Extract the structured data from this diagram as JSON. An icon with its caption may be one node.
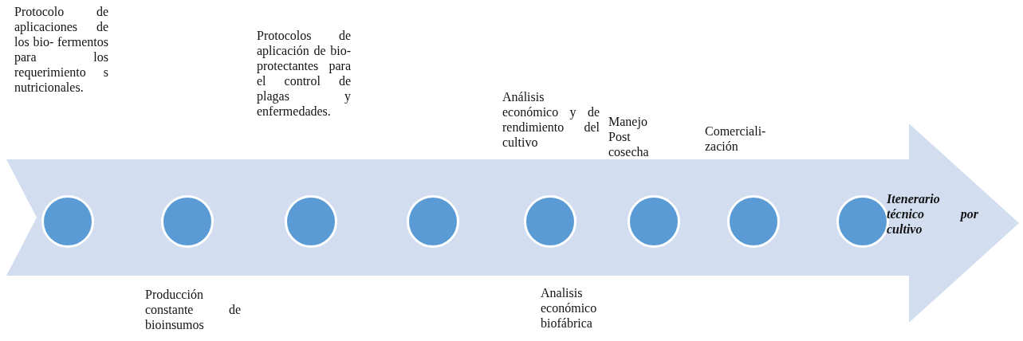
{
  "diagram": {
    "nodes": [
      {
        "text": [],
        "shape": "arrow"
      },
      {
        "text": [],
        "shape": "circle",
        "in": 0
      },
      {
        "text": [],
        "shape": "circle",
        "in": 0,
        "beside": [
          "Producción constante de bioinsumos"
        ]
      },
      {
        "text": [],
        "shape": "circle",
        "in": 0
      },
      {
        "text": [],
        "shape": "circle",
        "in": 0
      },
      {
        "text": [],
        "shape": "circle",
        "in": 0,
        "beside": [
          "Analisis económico biofábrica"
        ]
      },
      {
        "text": [],
        "shape": "circle",
        "in": 0,
        "beside": [
          "Manejo Post cosecha"
        ]
      },
      {
        "text": [],
        "shape": "circle",
        "in": 0,
        "beside": [
          "Comerciali- zación"
        ]
      },
      {
        "text": [],
        "shape": "circle",
        "in": 0,
        "beside": [
          "Itenerario técnico por cultivo"
        ]
      }
    ],
    "labels": [
      "Protocolo de aplicaciones de los bio- fermentos para los requerimiento s nutricionales.",
      "Protocolos de aplicación de bio- protectantes para el control de plagas y enfermedades.",
      "Análisis económico y de rendimiento del cultivo"
    ]
  }
}
